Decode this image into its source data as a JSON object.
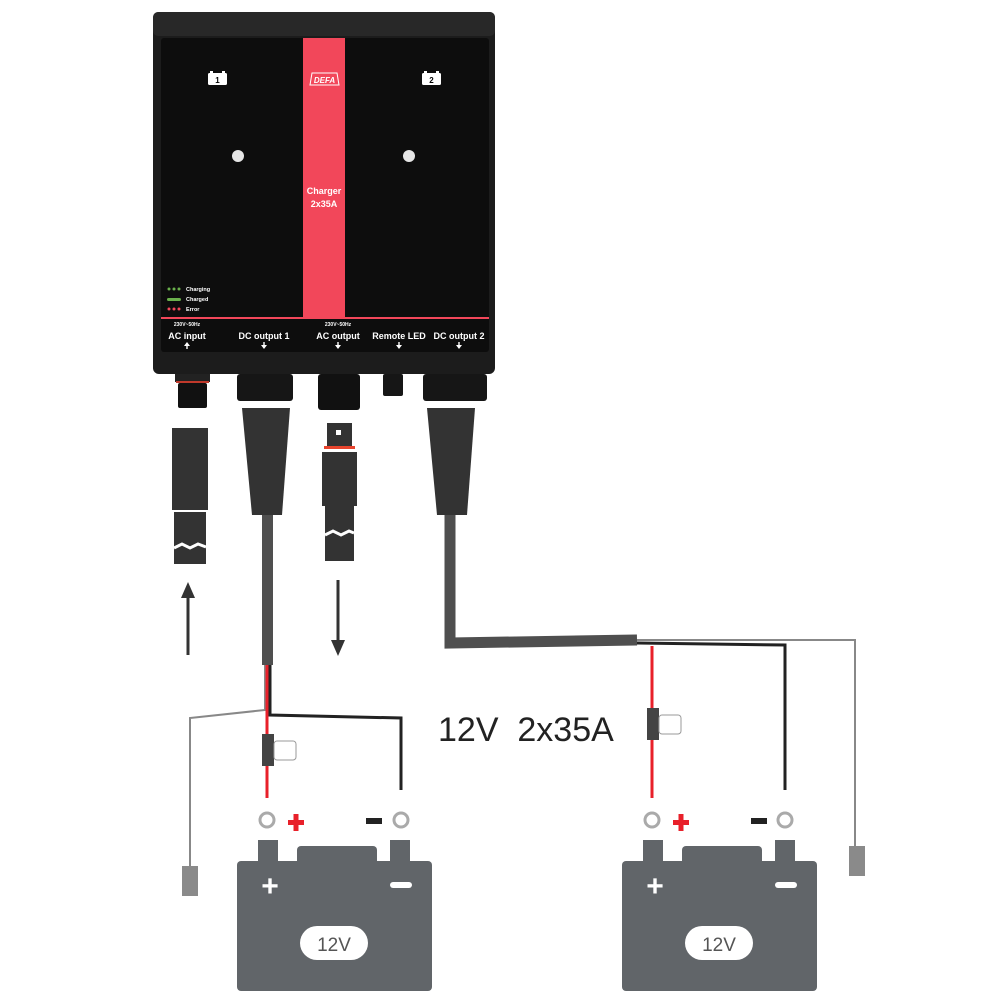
{
  "device": {
    "brand": "DEFA",
    "model_line1": "Charger",
    "model_line2": "2x35A",
    "battery_badges": [
      "1",
      "2"
    ],
    "legend": [
      {
        "label": "Charging",
        "color": "#6ab04c",
        "style": "dots"
      },
      {
        "label": "Charged",
        "color": "#6ab04c",
        "style": "bar"
      },
      {
        "label": "Error",
        "color": "#f2475a",
        "style": "dots"
      }
    ],
    "ports": {
      "ac_input": {
        "label": "AC input",
        "rating": "230V~50Hz"
      },
      "dc_output_1": {
        "label": "DC output 1"
      },
      "ac_output": {
        "label": "AC output",
        "rating": "230V~50Hz"
      },
      "remote_led": {
        "label": "Remote LED"
      },
      "dc_output_2": {
        "label": "DC output 2"
      }
    }
  },
  "caption": "12V  2x35A",
  "batteries": [
    {
      "voltage": "12V",
      "plus": "+",
      "minus": "−"
    },
    {
      "voltage": "12V",
      "plus": "+",
      "minus": "−"
    }
  ],
  "colors": {
    "accent": "#f2475a",
    "body": "#0d0d0d",
    "cable": "#333333",
    "battery": "#616569",
    "positive": "#e8202a"
  }
}
